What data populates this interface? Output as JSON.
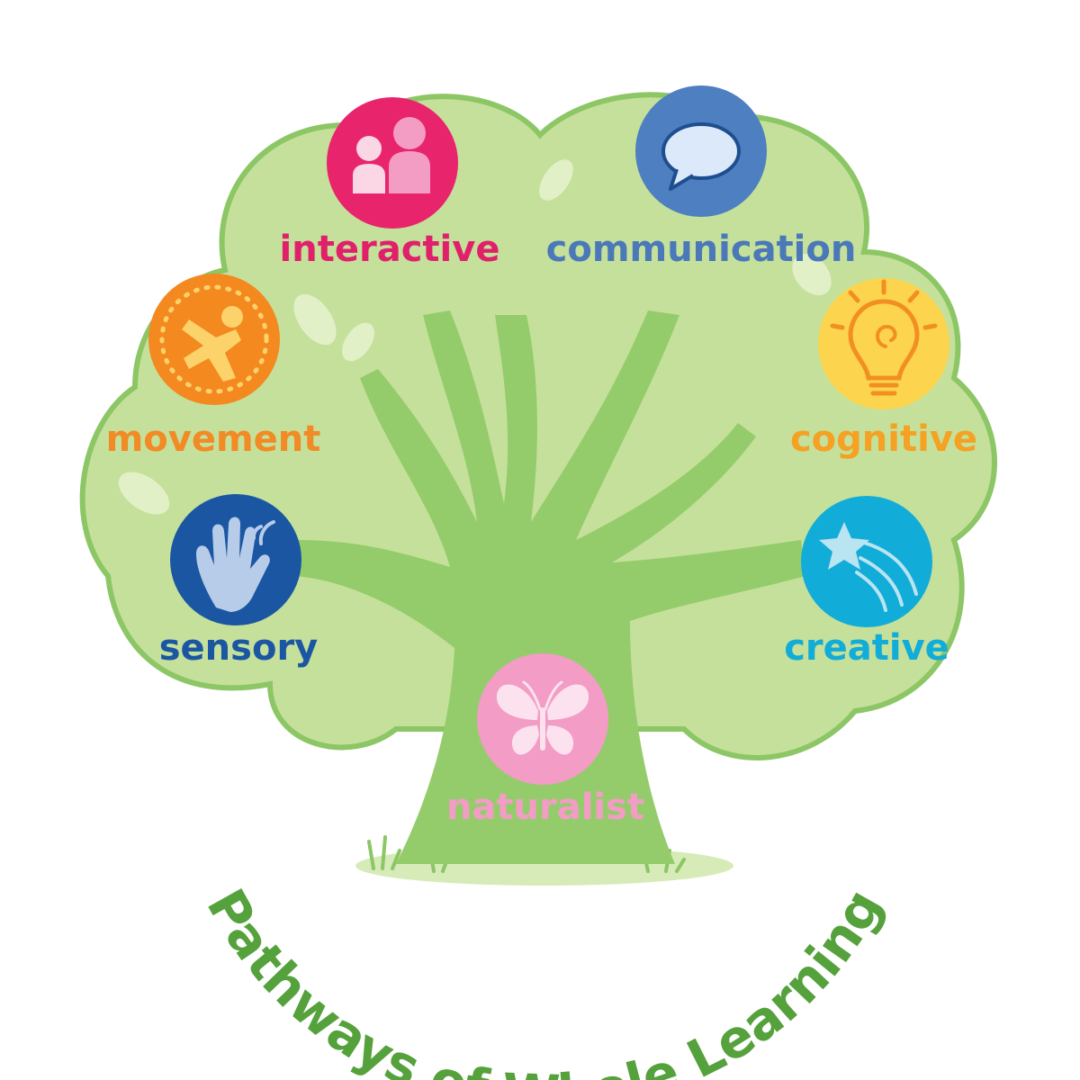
{
  "title": "Pathways of Whole Learning",
  "colors": {
    "canopy": "#c5e09b",
    "canopy_outline": "#8cc665",
    "trunk": "#95cc6b",
    "title": "#55a13b",
    "grass": "#d6ebb8"
  },
  "pathways": [
    {
      "key": "interactive",
      "label": "interactive",
      "icon": "people-icon",
      "color": "#e8246c",
      "label_color": "#e0206a"
    },
    {
      "key": "communication",
      "label": "communication",
      "icon": "speech-bubble-icon",
      "color": "#4d7fc1",
      "label_color": "#4a78b8"
    },
    {
      "key": "movement",
      "label": "movement",
      "icon": "jumping-person-icon",
      "color": "#f3891f",
      "label_color": "#f28a25"
    },
    {
      "key": "cognitive",
      "label": "cognitive",
      "icon": "lightbulb-icon",
      "color": "#fcd44d",
      "label_color": "#f5a124"
    },
    {
      "key": "sensory",
      "label": "sensory",
      "icon": "hand-touch-icon",
      "color": "#1b56a3",
      "label_color": "#1b56a3"
    },
    {
      "key": "creative",
      "label": "creative",
      "icon": "shooting-star-icon",
      "color": "#12acd8",
      "label_color": "#12acd8"
    },
    {
      "key": "naturalist",
      "label": "naturalist",
      "icon": "butterfly-icon",
      "color": "#f29cc6",
      "label_color": "#f29cc6"
    }
  ]
}
